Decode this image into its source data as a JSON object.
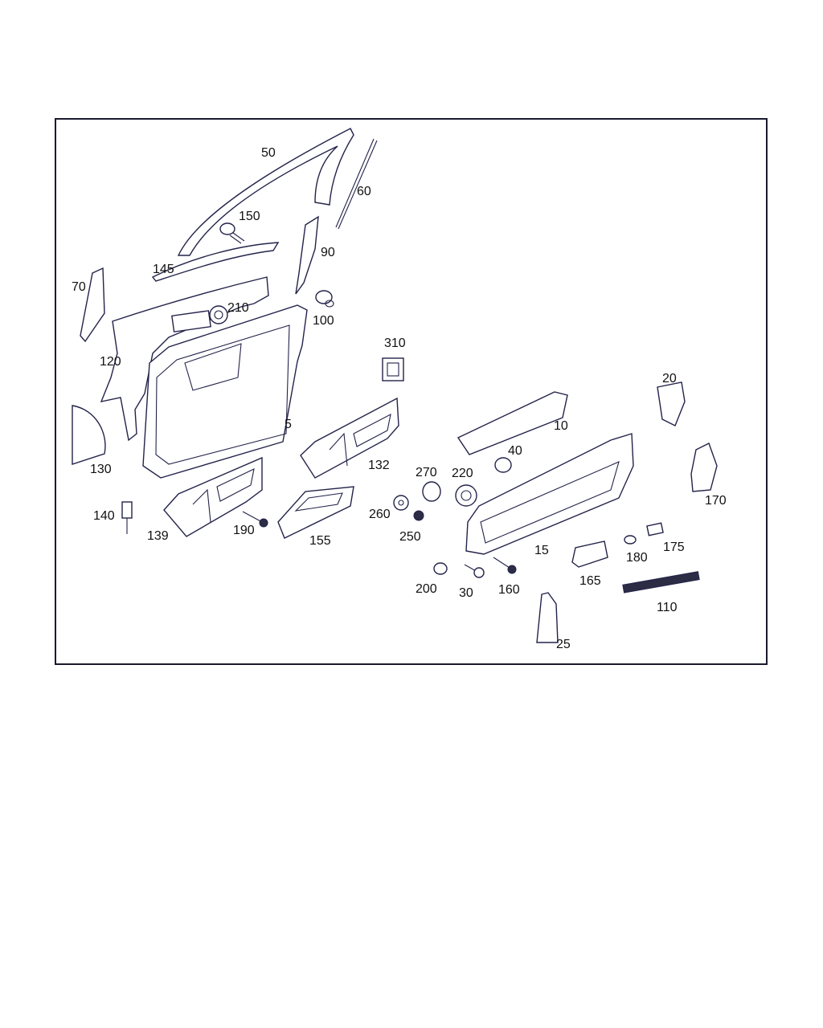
{
  "diagram": {
    "callouts": [
      {
        "id": "50",
        "text": "50"
      },
      {
        "id": "60",
        "text": "60"
      },
      {
        "id": "150",
        "text": "150"
      },
      {
        "id": "90",
        "text": "90"
      },
      {
        "id": "145",
        "text": "145"
      },
      {
        "id": "70",
        "text": "70"
      },
      {
        "id": "210",
        "text": "210"
      },
      {
        "id": "100",
        "text": "100"
      },
      {
        "id": "310",
        "text": "310"
      },
      {
        "id": "120",
        "text": "120"
      },
      {
        "id": "20",
        "text": "20"
      },
      {
        "id": "10",
        "text": "10"
      },
      {
        "id": "5",
        "text": "5"
      },
      {
        "id": "130",
        "text": "130"
      },
      {
        "id": "40",
        "text": "40"
      },
      {
        "id": "132",
        "text": "132"
      },
      {
        "id": "270",
        "text": "270"
      },
      {
        "id": "220",
        "text": "220"
      },
      {
        "id": "170",
        "text": "170"
      },
      {
        "id": "260",
        "text": "260"
      },
      {
        "id": "140",
        "text": "140"
      },
      {
        "id": "250",
        "text": "250"
      },
      {
        "id": "190",
        "text": "190"
      },
      {
        "id": "139",
        "text": "139"
      },
      {
        "id": "155",
        "text": "155"
      },
      {
        "id": "175",
        "text": "175"
      },
      {
        "id": "15",
        "text": "15"
      },
      {
        "id": "180",
        "text": "180"
      },
      {
        "id": "165",
        "text": "165"
      },
      {
        "id": "200",
        "text": "200"
      },
      {
        "id": "30",
        "text": "30"
      },
      {
        "id": "160",
        "text": "160"
      },
      {
        "id": "110",
        "text": "110"
      },
      {
        "id": "25",
        "text": "25"
      }
    ]
  }
}
